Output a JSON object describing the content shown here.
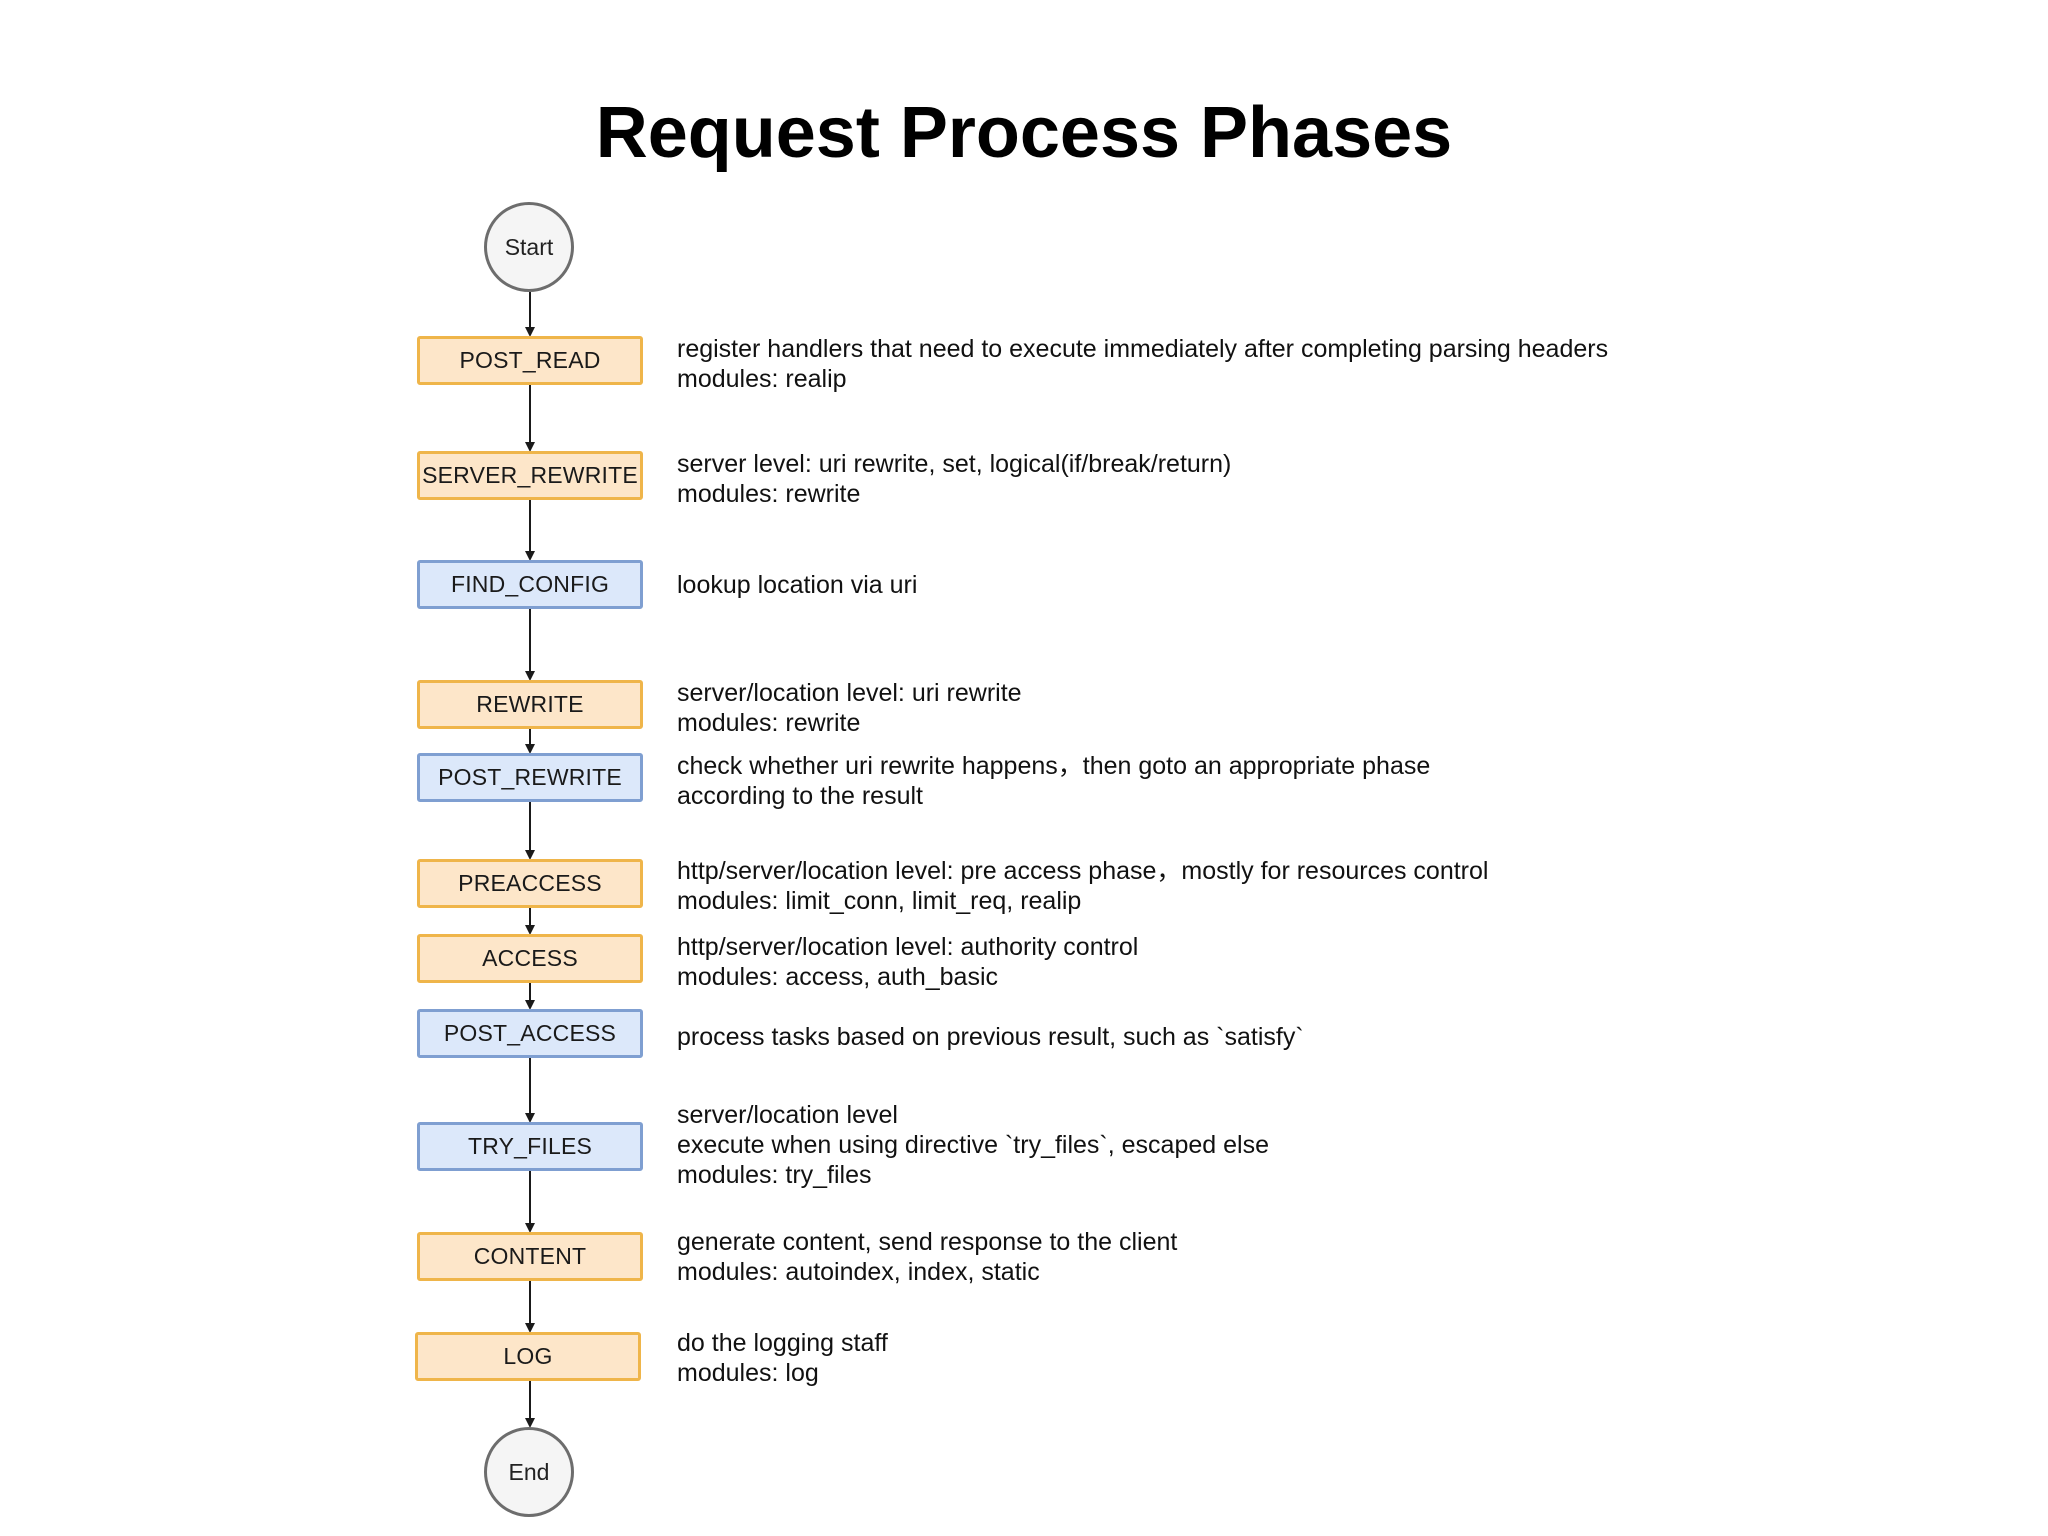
{
  "title": "Request Process Phases",
  "start_label": "Start",
  "end_label": "End",
  "phases": [
    {
      "name": "POST_READ",
      "color": "#fde6c9",
      "type": "orange",
      "lines": [
        "register handlers that need to execute immediately after completing parsing headers",
        "modules: realip"
      ]
    },
    {
      "name": "SERVER_REWRITE",
      "color": "#fde6c9",
      "type": "orange",
      "lines": [
        "server level: uri rewrite, set, logical(if/break/return)",
        "modules: rewrite"
      ]
    },
    {
      "name": "FIND_CONFIG",
      "color": "#dce8fa",
      "type": "blue",
      "lines": [
        "lookup location via uri"
      ]
    },
    {
      "name": "REWRITE",
      "color": "#fde6c9",
      "type": "orange",
      "lines": [
        "server/location level: uri rewrite",
        "modules: rewrite"
      ]
    },
    {
      "name": "POST_REWRITE",
      "color": "#dce8fa",
      "type": "blue",
      "lines": [
        "check whether uri rewrite happens，then goto an appropriate phase",
        "according to the result"
      ]
    },
    {
      "name": "PREACCESS",
      "color": "#fde6c9",
      "type": "orange",
      "lines": [
        "http/server/location level: pre access phase，mostly for resources control",
        "modules: limit_conn, limit_req, realip"
      ]
    },
    {
      "name": "ACCESS",
      "color": "#fde6c9",
      "type": "orange",
      "lines": [
        "http/server/location level: authority control",
        "modules: access, auth_basic"
      ]
    },
    {
      "name": "POST_ACCESS",
      "color": "#dce8fa",
      "type": "blue",
      "lines": [
        "process tasks based on previous result, such as `satisfy`"
      ]
    },
    {
      "name": "TRY_FILES",
      "color": "#dce8fa",
      "type": "blue",
      "lines": [
        "server/location level",
        "execute when using directive `try_files`, escaped else",
        "modules: try_files"
      ]
    },
    {
      "name": "CONTENT",
      "color": "#fde6c9",
      "type": "orange",
      "lines": [
        "generate content, send response to the client",
        "modules: autoindex, index, static"
      ]
    },
    {
      "name": "LOG",
      "color": "#fde6c9",
      "type": "orange",
      "lines": [
        "do the logging staff",
        "modules: log"
      ]
    }
  ]
}
